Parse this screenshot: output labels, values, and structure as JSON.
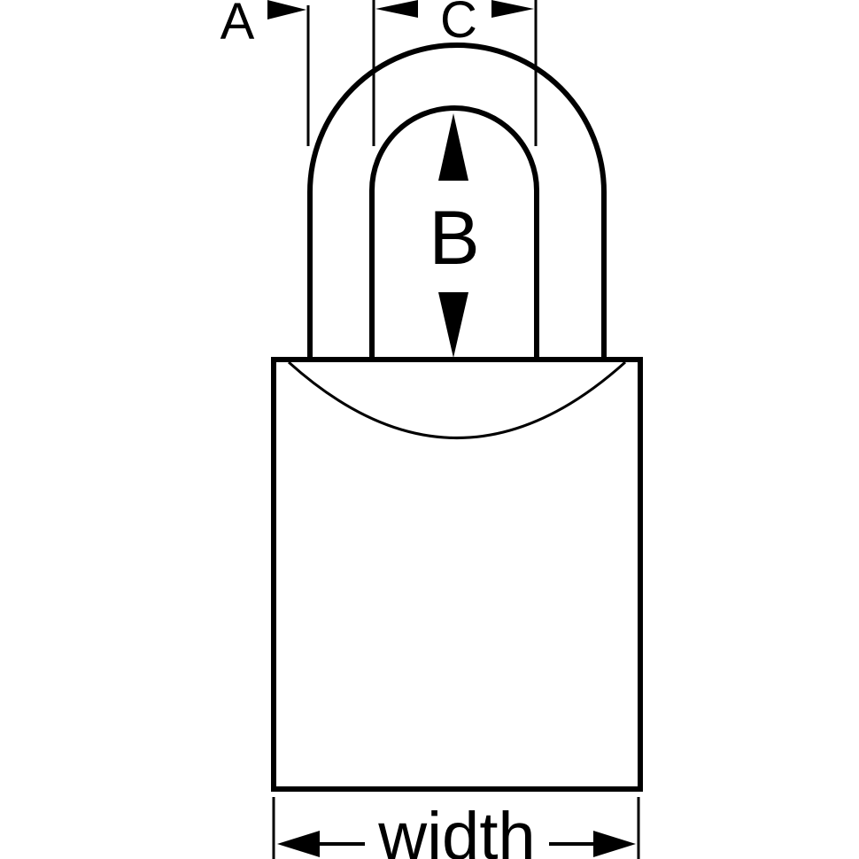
{
  "labels": {
    "a": "A",
    "b": "B",
    "c": "C",
    "width": "width"
  },
  "colors": {
    "line": "#000000",
    "background": "#ffffff"
  }
}
